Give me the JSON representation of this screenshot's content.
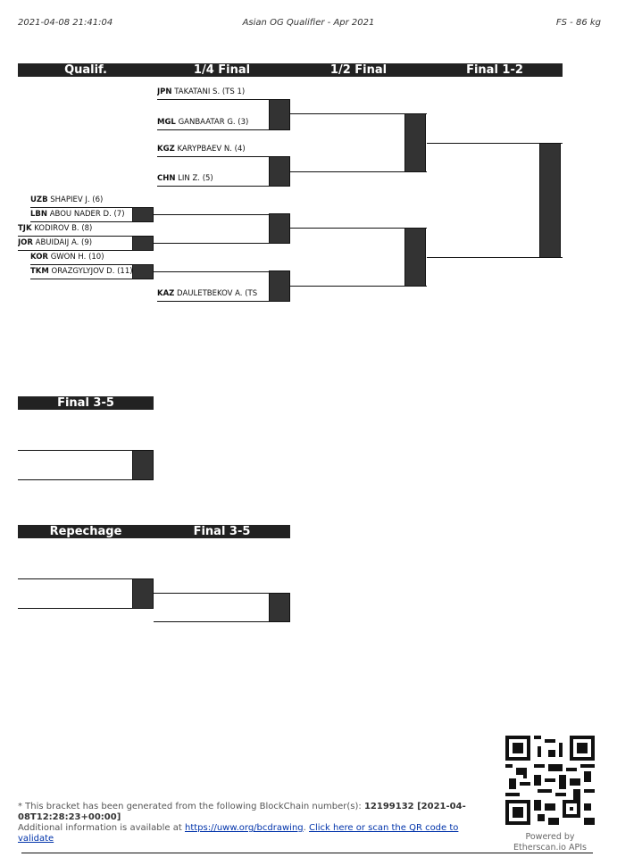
{
  "header": {
    "datetime": "2021-04-08 21:41:04",
    "event": "Asian OG Qualifier - Apr 2021",
    "category": "FS - 86 kg"
  },
  "main_bar": {
    "qualif": "Qualif.",
    "quarter": "1/4 Final",
    "semi": "1/2 Final",
    "final": "Final 1-2"
  },
  "quarter_slots": [
    {
      "code": "JPN",
      "name": "TAKATANI S. (TS 1)"
    },
    {
      "code": "MGL",
      "name": "GANBAATAR G. (3)"
    },
    {
      "code": "KGZ",
      "name": "KARYPBAEV N. (4)"
    },
    {
      "code": "CHN",
      "name": "LIN Z. (5)"
    },
    {
      "code": "KAZ",
      "name": "DAULETBEKOV A. (TS"
    }
  ],
  "qualif_slots": [
    {
      "code": "UZB",
      "name": "SHAPIEV J. (6)"
    },
    {
      "code": "LBN",
      "name": "ABOU NADER D. (7)"
    },
    {
      "code": "TJK",
      "name": "KODIROV B. (8)"
    },
    {
      "code": "JOR",
      "name": "ABUIDAIJ A. (9)"
    },
    {
      "code": "KOR",
      "name": "GWON H. (10)"
    },
    {
      "code": "TKM",
      "name": "ORAZGYLYJOV D. (11)"
    }
  ],
  "final35_bar": {
    "label": "Final 3-5"
  },
  "repechage_bar": {
    "repechage": "Repechage",
    "final": "Final 3-5"
  },
  "footer": {
    "line1": "* This bracket has been generated from the following BlockChain number(s): ",
    "block": "12199132 [2021-04-08T12:28:23+00:00]",
    "line2": "Additional information is available at ",
    "link1": "https://uww.org/bcdrawing",
    "link2": "Click here or scan the QR code to validate",
    "powered": "Powered by",
    "etherscan": "Etherscan.io APIs"
  }
}
